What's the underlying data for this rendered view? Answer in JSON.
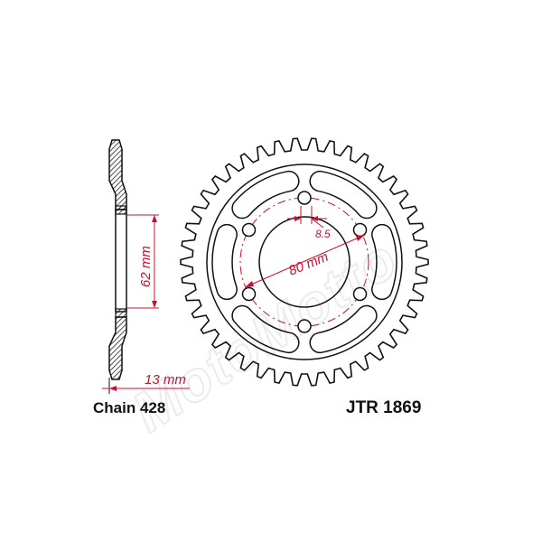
{
  "part": {
    "code": "JTR 1869",
    "chain": "Chain 428"
  },
  "dimensions": {
    "pcd_label": "80 mm",
    "bolt_hole_label": "8.5",
    "hub_width_label": "62 mm",
    "thickness_label": "13 mm"
  },
  "sprocket": {
    "teeth": 42,
    "bolt_holes": 6
  },
  "watermark": "MotoMotto",
  "colors": {
    "line": "#111111",
    "dimension": "#c8102e",
    "hatch": "#222222",
    "watermark": "#e6e6e6"
  }
}
